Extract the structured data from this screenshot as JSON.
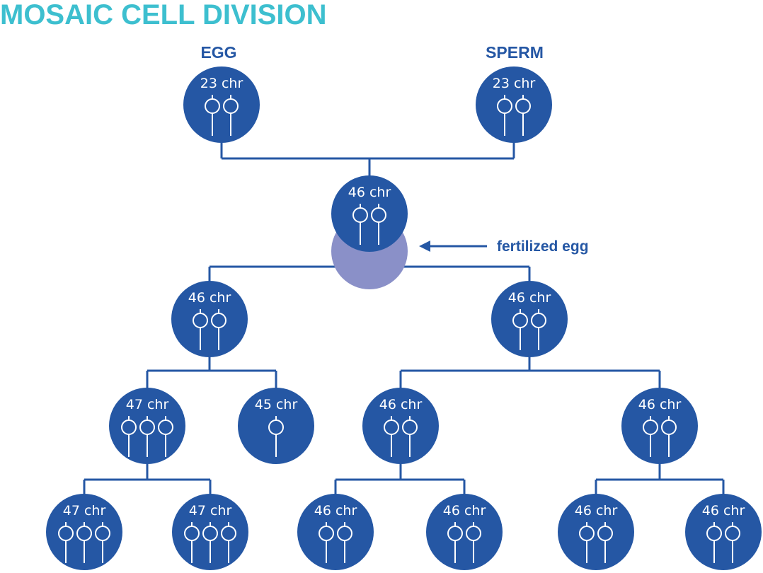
{
  "title": "MOSAIC CELL DIVISION",
  "labels": {
    "egg": "EGG",
    "sperm": "SPERM",
    "fertilized": "fertilized egg"
  },
  "colors": {
    "title": "#3dbfcf",
    "cell": "#2557a4",
    "ghost": "#8a90c8",
    "line": "#2557a4",
    "text": "#ffffff",
    "label": "#2557a4"
  },
  "cells": [
    {
      "id": "egg",
      "label": "23 chr",
      "chromosomes": 2
    },
    {
      "id": "sperm",
      "label": "23 chr",
      "chromosomes": 2
    },
    {
      "id": "zygote",
      "label": "46 chr",
      "chromosomes": 2
    },
    {
      "id": "gen1-left",
      "label": "46 chr",
      "chromosomes": 2
    },
    {
      "id": "gen1-right",
      "label": "46 chr",
      "chromosomes": 2
    },
    {
      "id": "gen2-a",
      "label": "47 chr",
      "chromosomes": 3
    },
    {
      "id": "gen2-b",
      "label": "45 chr",
      "chromosomes": 1
    },
    {
      "id": "gen2-c",
      "label": "46 chr",
      "chromosomes": 2
    },
    {
      "id": "gen2-d",
      "label": "46 chr",
      "chromosomes": 2
    },
    {
      "id": "gen3-a",
      "label": "47 chr",
      "chromosomes": 3
    },
    {
      "id": "gen3-b",
      "label": "47 chr",
      "chromosomes": 3
    },
    {
      "id": "gen3-c",
      "label": "46 chr",
      "chromosomes": 2
    },
    {
      "id": "gen3-d",
      "label": "46 chr",
      "chromosomes": 2
    },
    {
      "id": "gen3-e",
      "label": "46 chr",
      "chromosomes": 2
    },
    {
      "id": "gen3-f",
      "label": "46 chr",
      "chromosomes": 2
    }
  ]
}
